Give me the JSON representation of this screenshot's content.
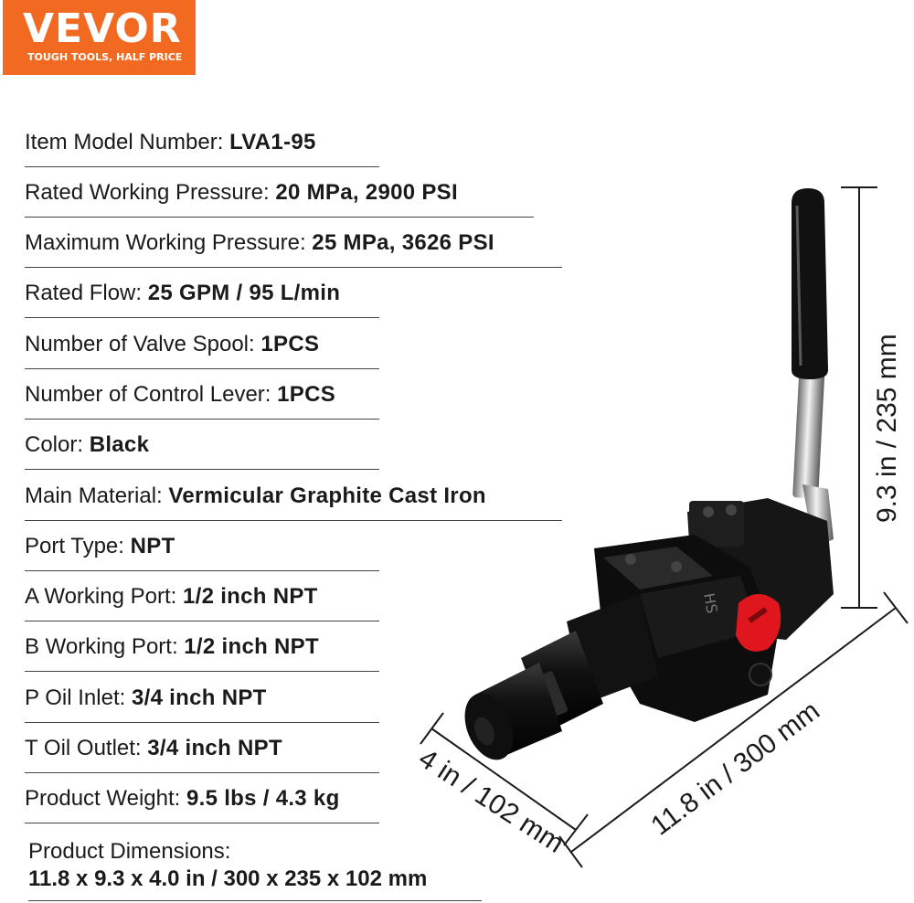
{
  "brand": {
    "name": "VEVOR",
    "tagline": "TOUGH TOOLS, HALF PRICE",
    "color": "#f26a21"
  },
  "specs": [
    {
      "label": "Item Model Number: ",
      "value": "LVA1-95"
    },
    {
      "label": "Rated Working Pressure: ",
      "value": "20 MPa, 2900 PSI"
    },
    {
      "label": "Maximum Working Pressure: ",
      "value": "25 MPa, 3626 PSI"
    },
    {
      "label": "Rated Flow: ",
      "value": "25 GPM / 95 L/min"
    },
    {
      "label": "Number of Valve Spool: ",
      "value": "1PCS"
    },
    {
      "label": "Number of Control Lever: ",
      "value": "1PCS"
    },
    {
      "label": "Color: ",
      "value": "Black"
    },
    {
      "label": "Main Material: ",
      "value": "Vermicular Graphite Cast Iron"
    },
    {
      "label": "Port Type: ",
      "value": "NPT"
    },
    {
      "label": "A Working Port: ",
      "value": "1/2 inch NPT"
    },
    {
      "label": "B Working Port: ",
      "value": "1/2 inch NPT"
    },
    {
      "label": "P Oil Inlet: ",
      "value": "3/4 inch NPT"
    },
    {
      "label": "T Oil Outlet: ",
      "value": "3/4 inch NPT"
    },
    {
      "label": "Product Weight: ",
      "value": "9.5 lbs / 4.3 kg"
    }
  ],
  "dimensions": {
    "label": "Product Dimensions:",
    "value": "11.8 x 9.3 x 4.0 in / 300 x 235 x 102 mm"
  },
  "measurements": {
    "height": "9.3 in / 235 mm",
    "length": "11.8 in / 300 mm",
    "width": "4 in / 102 mm"
  },
  "product_marking": "HS"
}
